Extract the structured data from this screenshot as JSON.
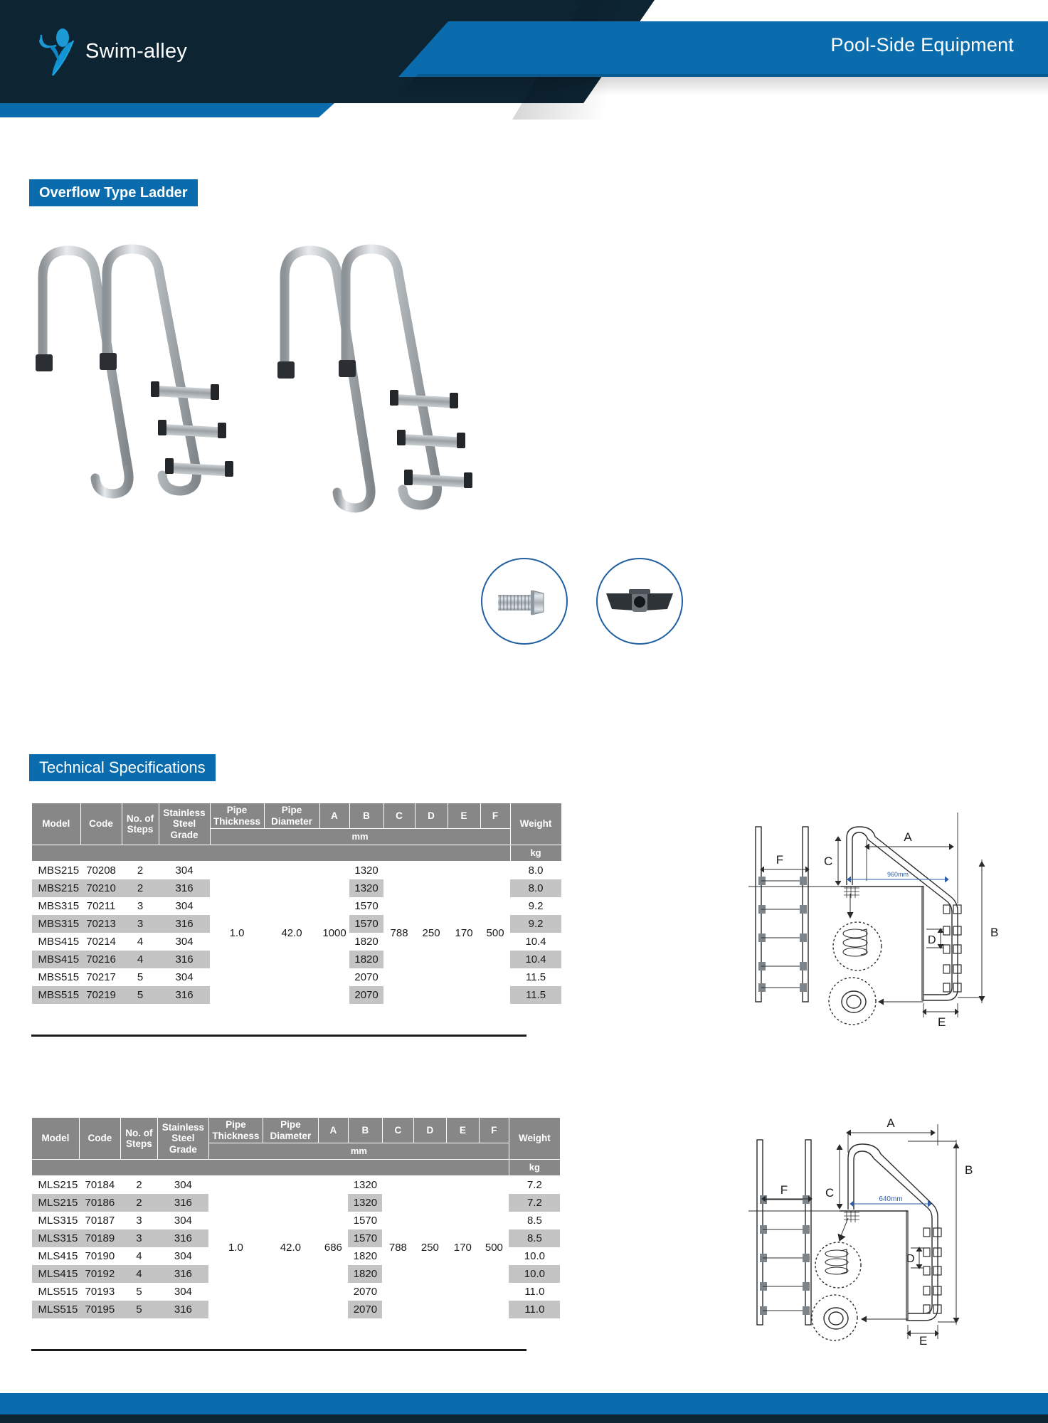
{
  "header": {
    "brand_name": "Swim-alley",
    "page_title": "Pool-Side Equipment",
    "logo_icon": "swimmer-logo-icon",
    "colors": {
      "dark_navy": "#0d2433",
      "accent_blue": "#0a6cad",
      "logo_blue": "#0d9bd8"
    }
  },
  "section": {
    "product_title": "Overflow Type Ladder",
    "specs_title": "Technical Specifications"
  },
  "photos": {
    "ladder_left_alt": "Overflow type pool ladder with 3 steps - left view",
    "ladder_right_alt": "Overflow type pool ladder with 3 steps - right view",
    "bolt_icon": "hex-bolt-icon",
    "wedge_icon": "anchor-wedge-icon"
  },
  "tables": [
    {
      "id": "mbs-series",
      "headers": {
        "model": "Model",
        "code": "Code",
        "steps": "No. of Steps",
        "grade": "Stainless Steel Grade",
        "thickness": "Pipe Thickness",
        "diameter": "Pipe Diameter",
        "a": "A",
        "b": "B",
        "c": "C",
        "d": "D",
        "e": "E",
        "f": "F",
        "weight": "Weight"
      },
      "units": {
        "dims": "mm",
        "weight": "kg"
      },
      "shared": {
        "thickness": "1.0",
        "diameter": "42.0",
        "a": "1000",
        "c": "788",
        "d": "250",
        "e": "170",
        "f": "500"
      },
      "rows": [
        {
          "model": "MBS215",
          "code": "70208",
          "steps": "2",
          "grade": "304",
          "b": "1320",
          "weight": "8.0"
        },
        {
          "model": "MBS215",
          "code": "70210",
          "steps": "2",
          "grade": "316",
          "b": "1320",
          "weight": "8.0"
        },
        {
          "model": "MBS315",
          "code": "70211",
          "steps": "3",
          "grade": "304",
          "b": "1570",
          "weight": "9.2"
        },
        {
          "model": "MBS315",
          "code": "70213",
          "steps": "3",
          "grade": "316",
          "b": "1570",
          "weight": "9.2"
        },
        {
          "model": "MBS415",
          "code": "70214",
          "steps": "4",
          "grade": "304",
          "b": "1820",
          "weight": "10.4"
        },
        {
          "model": "MBS415",
          "code": "70216",
          "steps": "4",
          "grade": "316",
          "b": "1820",
          "weight": "10.4"
        },
        {
          "model": "MBS515",
          "code": "70217",
          "steps": "5",
          "grade": "304",
          "b": "2070",
          "weight": "11.5"
        },
        {
          "model": "MBS515",
          "code": "70219",
          "steps": "5",
          "grade": "316",
          "b": "2070",
          "weight": "11.5"
        }
      ],
      "drawing": {
        "label_a": "A",
        "label_b": "B",
        "label_c": "C",
        "label_d": "D",
        "label_e": "E",
        "label_f": "F",
        "span_note": "960mm"
      }
    },
    {
      "id": "mls-series",
      "headers": {
        "model": "Model",
        "code": "Code",
        "steps": "No. of Steps",
        "grade": "Stainless Steel Grade",
        "thickness": "Pipe Thickness",
        "diameter": "Pipe Diameter",
        "a": "A",
        "b": "B",
        "c": "C",
        "d": "D",
        "e": "E",
        "f": "F",
        "weight": "Weight"
      },
      "units": {
        "dims": "mm",
        "weight": "kg"
      },
      "shared": {
        "thickness": "1.0",
        "diameter": "42.0",
        "a": "686",
        "c": "788",
        "d": "250",
        "e": "170",
        "f": "500"
      },
      "rows": [
        {
          "model": "MLS215",
          "code": "70184",
          "steps": "2",
          "grade": "304",
          "b": "1320",
          "weight": "7.2"
        },
        {
          "model": "MLS215",
          "code": "70186",
          "steps": "2",
          "grade": "316",
          "b": "1320",
          "weight": "7.2"
        },
        {
          "model": "MLS315",
          "code": "70187",
          "steps": "3",
          "grade": "304",
          "b": "1570",
          "weight": "8.5"
        },
        {
          "model": "MLS315",
          "code": "70189",
          "steps": "3",
          "grade": "316",
          "b": "1570",
          "weight": "8.5"
        },
        {
          "model": "MLS415",
          "code": "70190",
          "steps": "4",
          "grade": "304",
          "b": "1820",
          "weight": "10.0"
        },
        {
          "model": "MLS415",
          "code": "70192",
          "steps": "4",
          "grade": "316",
          "b": "1820",
          "weight": "10.0"
        },
        {
          "model": "MLS515",
          "code": "70193",
          "steps": "5",
          "grade": "304",
          "b": "2070",
          "weight": "11.0"
        },
        {
          "model": "MLS515",
          "code": "70195",
          "steps": "5",
          "grade": "316",
          "b": "2070",
          "weight": "11.0"
        }
      ],
      "drawing": {
        "label_a": "A",
        "label_b": "B",
        "label_c": "C",
        "label_d": "D",
        "label_e": "E",
        "label_f": "F",
        "span_note": "640mm"
      }
    }
  ]
}
